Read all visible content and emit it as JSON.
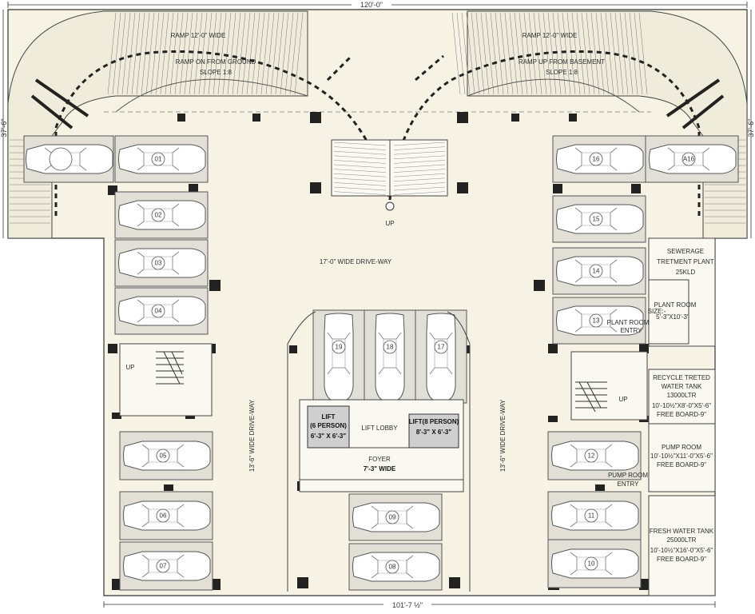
{
  "dimensions": {
    "top_width": "120'-0\"",
    "bottom_width": "101'-7 ½\"",
    "left_height": "37'-6\"",
    "right_height": "37'-6\""
  },
  "ramps": {
    "left": {
      "title": "RAMP 12'-0\" WIDE",
      "line1": "RAMP ON FROM GROUND",
      "line2": "SLOPE 1:8"
    },
    "right": {
      "title": "RAMP 12'-0\" WIDE",
      "line1": "RAMP UP FROM BASEMENT",
      "line2": "SLOPE 1:8"
    }
  },
  "labels": {
    "stair_up_center": "UP",
    "stair_up_left": "UP",
    "stair_up_right": "UP",
    "driveway_top": "17'-0\" WIDE DRIVE-WAY",
    "driveway_left": "13'-6\" WIDE DRIVE-WAY",
    "driveway_right": "13'-6\" WIDE DRIVE-WAY",
    "lift_lobby": "LIFT LOBBY",
    "foyer": "FOYER",
    "foyer_width": "7'-3\" WIDE",
    "plant_room_entry_line1": "PLANT ROOM",
    "plant_room_entry_line2": "ENTRY",
    "pump_room_entry_line1": "PUMP ROOM",
    "pump_room_entry_line2": "ENTRY"
  },
  "lift_left": {
    "line1": "LIFT",
    "line2": "(6 PERSON)",
    "size": "6'-3\" X 6'-3\""
  },
  "lift_right": {
    "line1": "LIFT(8 PERSON)",
    "size": "8'-3\" X 6'-3\""
  },
  "rooms": {
    "sewerage": [
      "SEWERAGE",
      "TRETMENT PLANT",
      "25KLD"
    ],
    "plant_room": [
      "PLANT ROOM",
      "SIZE:-",
      "5'-3\"X10'-3\""
    ],
    "recycle": [
      "RECYCLE TRETED",
      "WATER TANK",
      "13000LTR",
      "10'-10½\"X8'-0\"X5'-6\"",
      "FREE BOARD-9\""
    ],
    "pump_room": [
      "PUMP ROOM",
      "10'-10½\"X11'-0\"X5'-6\"",
      "FREE BOARD-9\""
    ],
    "fresh_water": [
      "FRESH WATER TANK",
      "25000LTR",
      "10'-10½\"X16'-0\"X5'-6\"",
      "FREE BOARD-9\""
    ]
  },
  "parking": {
    "p_blank": "",
    "p01": "01",
    "p02": "02",
    "p03": "03",
    "p04": "04",
    "p05": "05",
    "p06": "06",
    "p07": "07",
    "p08": "08",
    "p09": "09",
    "p10": "10",
    "p11": "11",
    "p12": "12",
    "p13": "13",
    "p14": "14",
    "p15": "15",
    "p16": "16",
    "pA16": "A16",
    "p17": "17",
    "p18": "18",
    "p19": "19"
  }
}
